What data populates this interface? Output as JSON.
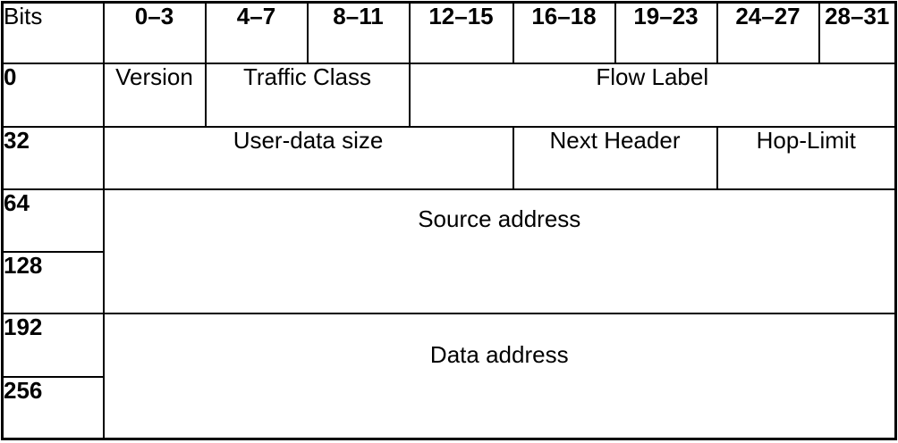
{
  "diagram": {
    "corner_label": "Bits",
    "bit_headers": [
      "0–3",
      "4–7",
      "8–11",
      "12–15",
      "16–18",
      "19–23",
      "24–27",
      "28–31"
    ],
    "rows": [
      {
        "label": "0",
        "fields": [
          "Version",
          "Traffic Class",
          "Flow Label"
        ]
      },
      {
        "label": "32",
        "fields": [
          "User-data size",
          "Next Header",
          "Hop-Limit"
        ]
      },
      {
        "label": "64",
        "fields": [
          "Source address"
        ]
      },
      {
        "label": "128",
        "fields": []
      },
      {
        "label": "192",
        "fields": [
          "Data address"
        ]
      },
      {
        "label": "256",
        "fields": []
      }
    ],
    "colors": {
      "border": "#000000",
      "text": "#000000",
      "background": "#ffffff"
    }
  }
}
